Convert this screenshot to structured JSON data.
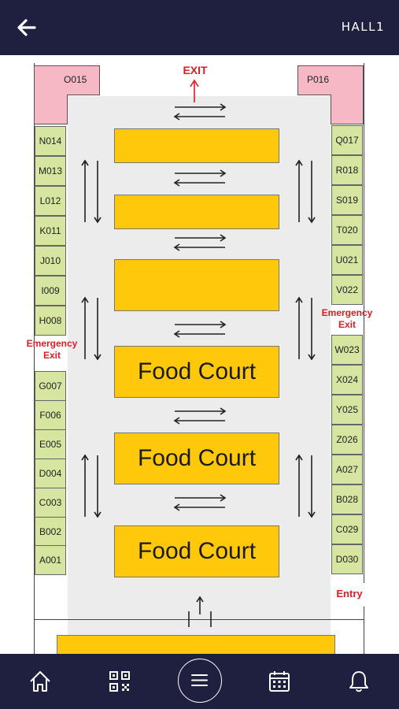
{
  "header": {
    "title": "HALL1",
    "back_icon": "arrow-left-icon"
  },
  "map": {
    "exit_label": "EXIT",
    "emergency_exit_left": [
      "Emergency",
      "Exit"
    ],
    "emergency_exit_right": [
      "Emergency",
      "Exit"
    ],
    "entry_label": "Entry",
    "colors": {
      "stall": "#d6e5a0",
      "corner_stall": "#f6b8c4",
      "food_block": "#ffc80a",
      "aisle": "#ececec",
      "label_red": "#dd1c24"
    },
    "corner_stalls": {
      "left": "O015",
      "right": "P016"
    },
    "left_stalls_top": [
      "N014",
      "M013",
      "L012",
      "K011",
      "J010",
      "I009",
      "H008"
    ],
    "left_stalls_bottom": [
      "G007",
      "F006",
      "E005",
      "D004",
      "C003",
      "B002",
      "A001"
    ],
    "right_stalls_top": [
      "Q017",
      "R018",
      "S019",
      "T020",
      "U021",
      "V022"
    ],
    "right_stalls_bottom": [
      "W023",
      "X024",
      "Y025",
      "Z026",
      "A027",
      "B028",
      "C029",
      "D030"
    ],
    "food_blocks": [
      "",
      "",
      "",
      "Food Court",
      "Food Court",
      "Food Court"
    ]
  },
  "nav": {
    "items": [
      {
        "icon": "home-icon"
      },
      {
        "icon": "qr-code-icon"
      },
      {
        "icon": "menu-icon"
      },
      {
        "icon": "calendar-icon"
      },
      {
        "icon": "bell-icon"
      }
    ]
  }
}
